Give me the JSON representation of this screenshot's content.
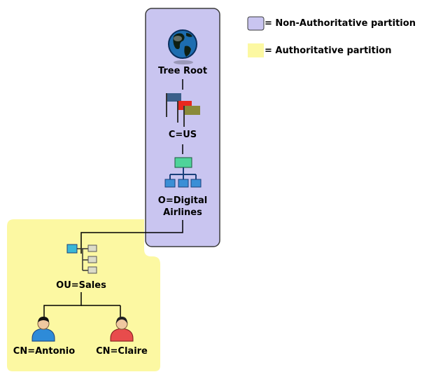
{
  "legend": {
    "non_authoritative": {
      "text": "= Non-Authoritative partition",
      "color": "#c9c5f0"
    },
    "authoritative": {
      "text": "= Authoritative partition",
      "color": "#fcf8a2"
    }
  },
  "nodes": {
    "tree_root": {
      "label": "Tree Root",
      "icon": "globe-icon"
    },
    "country": {
      "label": "C=US",
      "icon": "flags-icon"
    },
    "organization": {
      "label_line1": "O=Digital",
      "label_line2": "Airlines",
      "icon": "organization-icon"
    },
    "org_unit": {
      "label": "OU=Sales",
      "icon": "org-unit-icon"
    },
    "user_antonio": {
      "label": "CN=Antonio",
      "icon": "user-blue-icon"
    },
    "user_claire": {
      "label": "CN=Claire",
      "icon": "user-red-icon"
    }
  }
}
